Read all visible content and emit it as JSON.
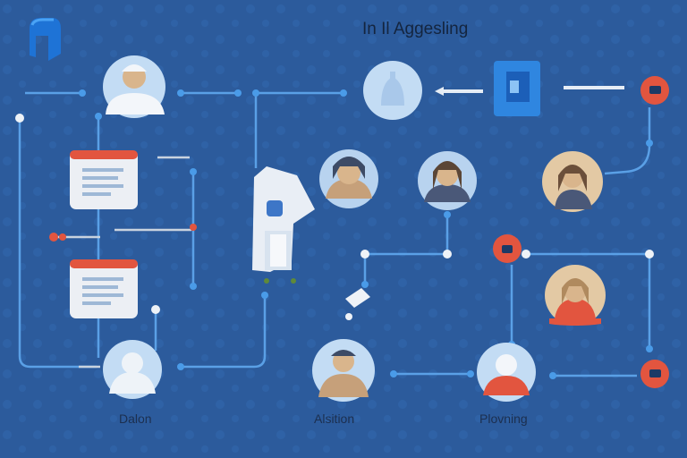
{
  "title": "In Il Aggesling",
  "labels": {
    "left": "Dalon",
    "middle": "Alsition",
    "right": "Plovning"
  },
  "colors": {
    "background": "#2c5b9c",
    "connector": "#5aa0e6",
    "accent": "#e2553f",
    "avatar_ring": "#c3dcf4",
    "card": "#eceff4"
  }
}
